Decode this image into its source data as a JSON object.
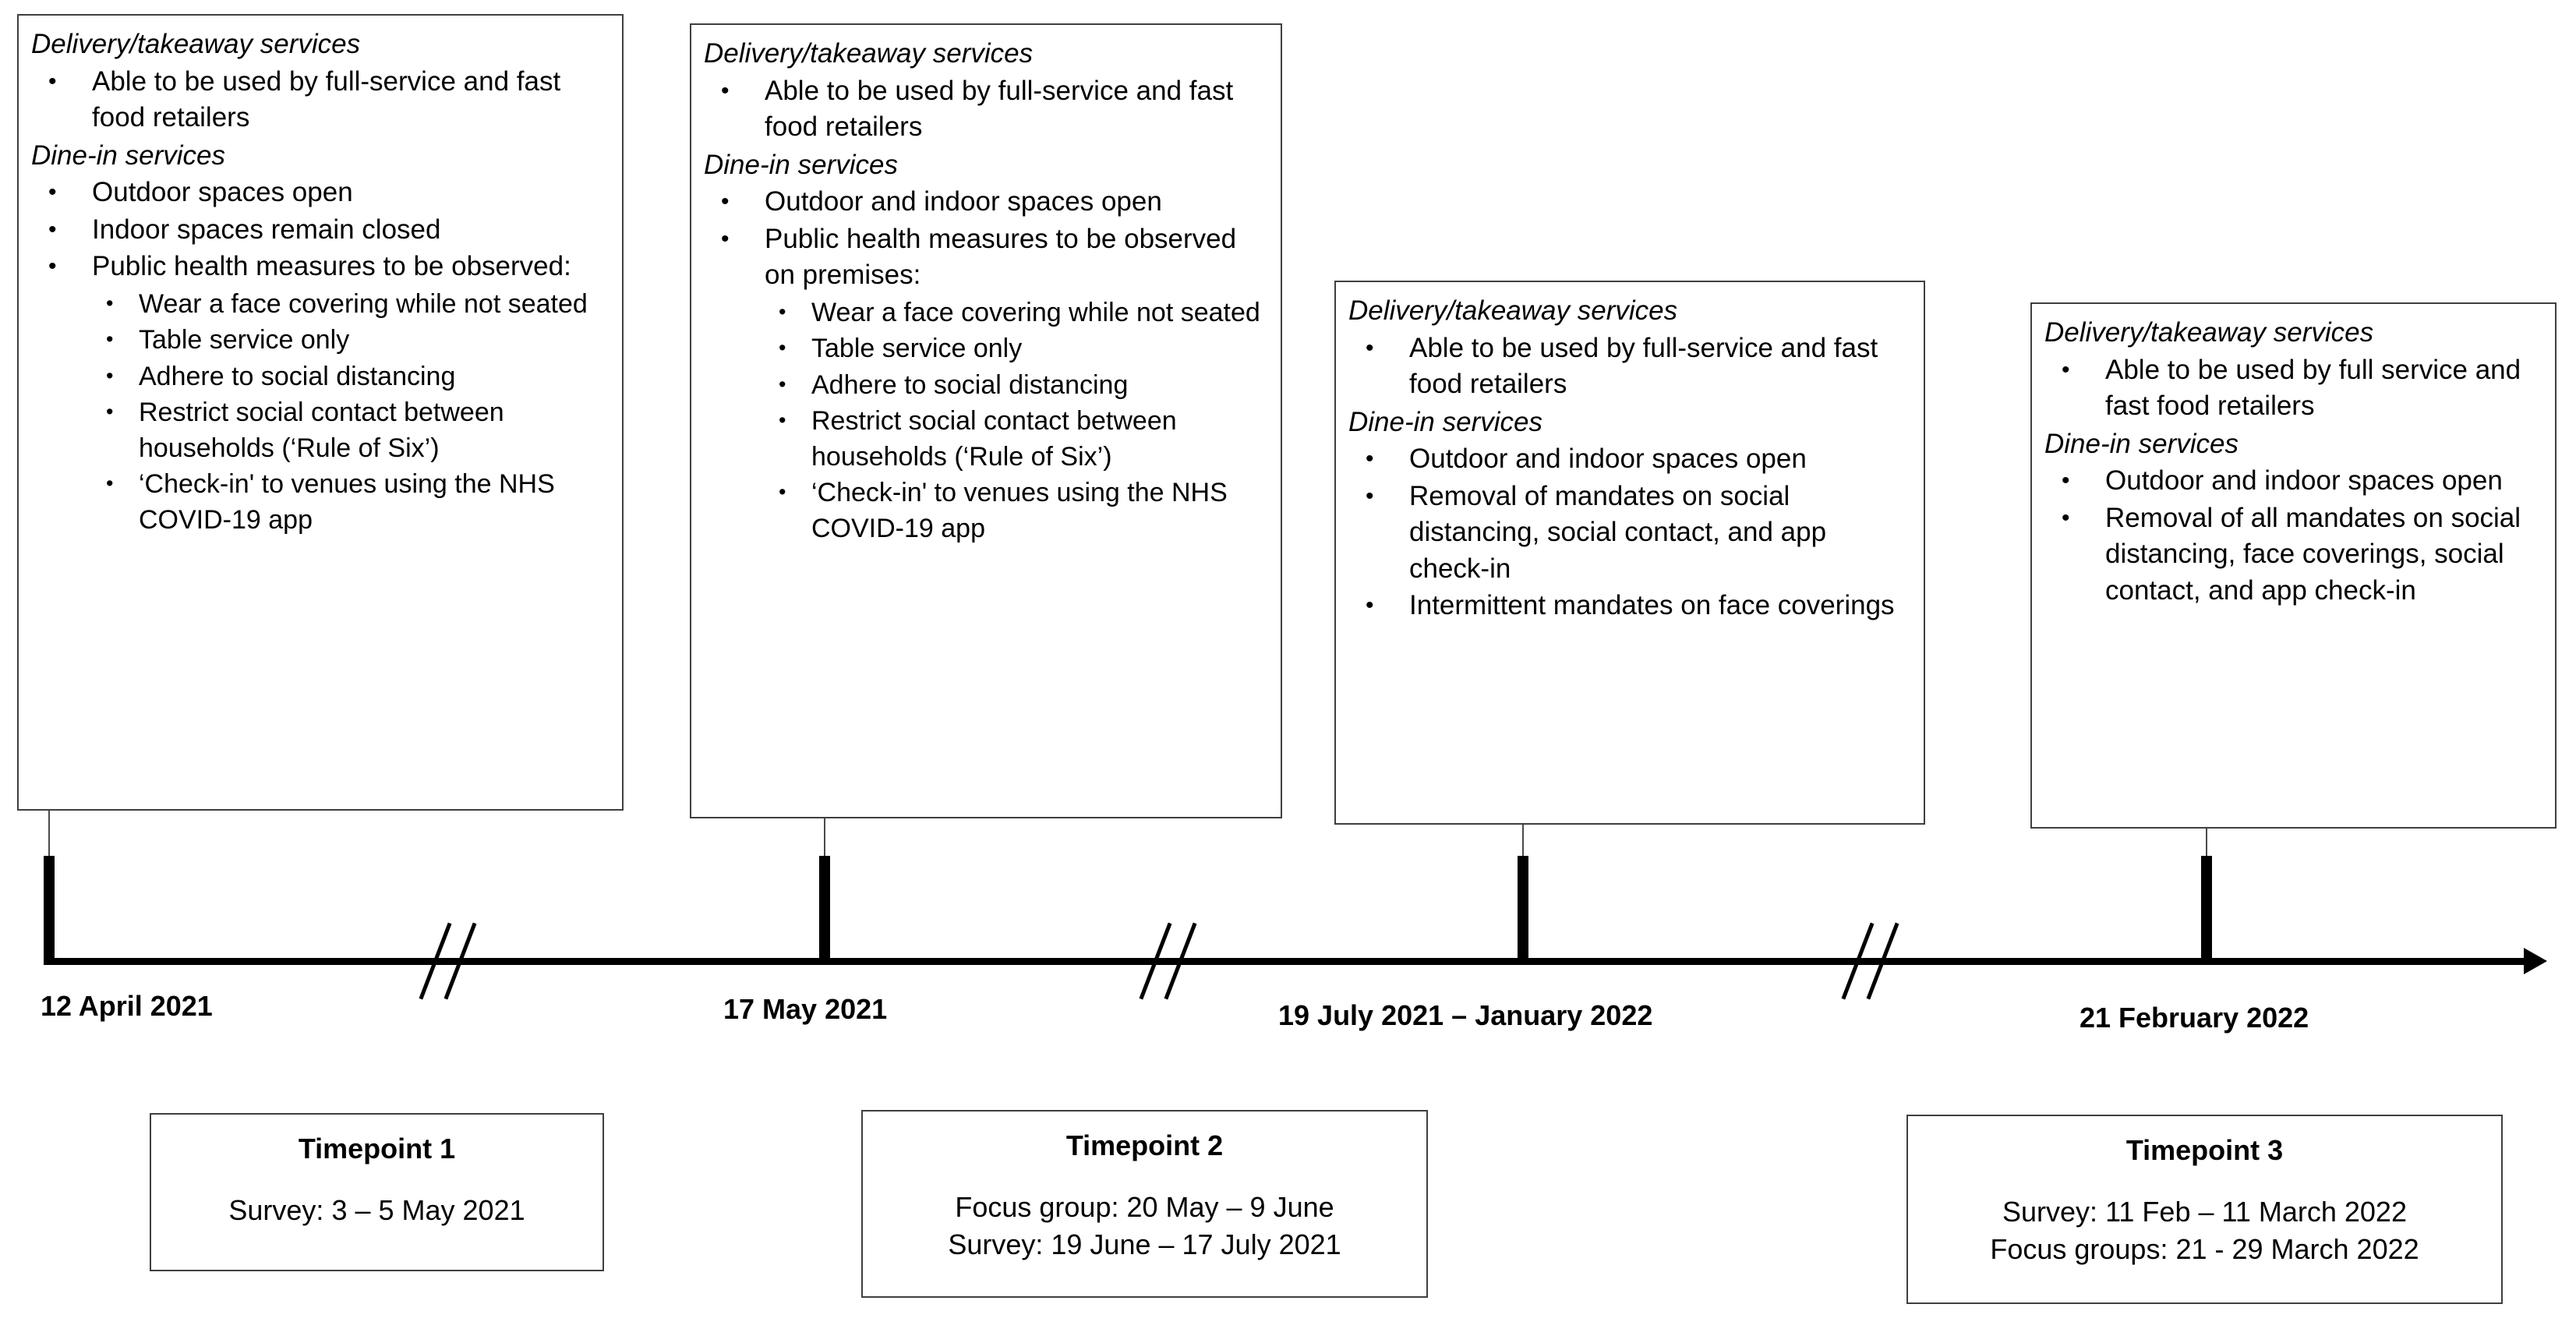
{
  "figure": {
    "type": "timeline",
    "description": "Timeline of COVID-19 hospitality restrictions in England with study data-collection timepoints"
  },
  "policy_boxes": [
    {
      "id": "policy-12-april-2021",
      "date_key": "12 April 2021",
      "sections": [
        {
          "heading": "Delivery/takeaway services",
          "bullets": [
            {
              "text": "Able to be used by full-service and fast food retailers",
              "sub": []
            }
          ]
        },
        {
          "heading": "Dine-in services",
          "bullets": [
            {
              "text": "Outdoor spaces open",
              "sub": []
            },
            {
              "text": "Indoor spaces remain closed",
              "sub": []
            },
            {
              "text": "Public health measures to be observed:",
              "sub": [
                "Wear a face covering while not seated",
                "Table service only",
                "Adhere to social distancing",
                "Restrict social contact between households (‘Rule of Six’)",
                "‘Check-in' to venues using the NHS COVID-19 app"
              ]
            }
          ]
        }
      ]
    },
    {
      "id": "policy-17-may-2021",
      "date_key": "17 May 2021",
      "sections": [
        {
          "heading": "Delivery/takeaway services",
          "bullets": [
            {
              "text": "Able to be used by full-service and fast food retailers",
              "sub": []
            }
          ]
        },
        {
          "heading": "Dine-in services",
          "bullets": [
            {
              "text": "Outdoor and indoor spaces open",
              "sub": []
            },
            {
              "text": "Public health measures to be observed on premises:",
              "sub": [
                "Wear a face covering while not seated",
                "Table service only",
                "Adhere to social distancing",
                "Restrict social contact between households (‘Rule of Six’)",
                "‘Check-in' to venues using the NHS COVID-19 app"
              ]
            }
          ]
        }
      ]
    },
    {
      "id": "policy-19-july-2021",
      "date_key": "19 July 2021 – January 2022",
      "sections": [
        {
          "heading": "Delivery/takeaway services",
          "bullets": [
            {
              "text": "Able to be used by full-service and fast food retailers",
              "sub": []
            }
          ]
        },
        {
          "heading": "Dine-in services",
          "bullets": [
            {
              "text": "Outdoor and indoor spaces open",
              "sub": []
            },
            {
              "text": "Removal of mandates on social distancing, social contact, and app check-in",
              "sub": []
            },
            {
              "text": "Intermittent mandates on face coverings",
              "sub": []
            }
          ]
        }
      ]
    },
    {
      "id": "policy-21-february-2022",
      "date_key": "21 February 2022",
      "sections": [
        {
          "heading": "Delivery/takeaway services",
          "bullets": [
            {
              "text": "Able to be used by full service and fast food retailers",
              "sub": []
            }
          ]
        },
        {
          "heading": "Dine-in services",
          "bullets": [
            {
              "text": "Outdoor and indoor spaces open",
              "sub": []
            },
            {
              "text": "Removal of all mandates on social distancing, face coverings, social contact, and app check-in",
              "sub": []
            }
          ]
        }
      ]
    }
  ],
  "timeline": {
    "axis_color": "#000000",
    "dates": [
      {
        "label": "12 April 2021"
      },
      {
        "label": "17 May 2021"
      },
      {
        "label": "19 July 2021 – January 2022"
      },
      {
        "label": "21 February 2022"
      }
    ],
    "break_marks": 3
  },
  "timepoints": [
    {
      "title": "Timepoint 1",
      "lines": [
        "Survey: 3 – 5 May 2021"
      ]
    },
    {
      "title": "Timepoint 2",
      "lines": [
        "Focus group: 20 May – 9 June",
        "Survey: 19 June – 17 July 2021"
      ]
    },
    {
      "title": "Timepoint 3",
      "lines": [
        "Survey: 11 Feb – 11 March 2022",
        "Focus groups: 21 - 29 March 2022"
      ]
    }
  ]
}
